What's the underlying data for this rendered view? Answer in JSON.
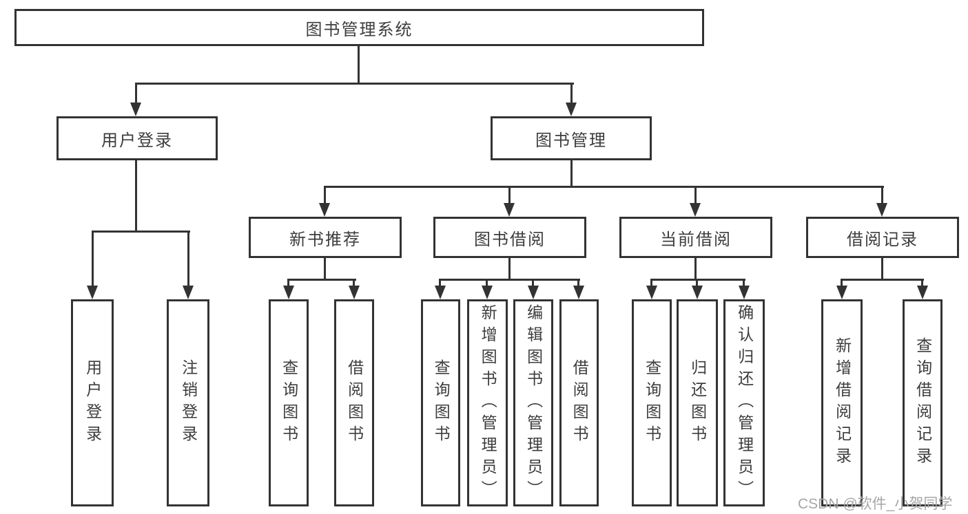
{
  "colors": {
    "line": "#333333",
    "text": "#3d3d3d",
    "background": "#ffffff",
    "watermark": "#a6a6a6"
  },
  "root": {
    "label": "图书管理系统"
  },
  "level2": [
    {
      "label": "用户登录"
    },
    {
      "label": "图书管理"
    }
  ],
  "level3": [
    {
      "label": "新书推荐"
    },
    {
      "label": "图书借阅"
    },
    {
      "label": "当前借阅"
    },
    {
      "label": "借阅记录"
    }
  ],
  "leaves": [
    {
      "label": "用户登录"
    },
    {
      "label": "注销登录"
    },
    {
      "label": "查询图书"
    },
    {
      "label": "借阅图书"
    },
    {
      "label": "查询图书"
    },
    {
      "label": "新增图书（管理员）"
    },
    {
      "label": "编辑图书（管理员）"
    },
    {
      "label": "借阅图书"
    },
    {
      "label": "查询图书"
    },
    {
      "label": "归还图书"
    },
    {
      "label": "确认归还（管理员）"
    },
    {
      "label": "新增借阅记录"
    },
    {
      "label": "查询借阅记录"
    }
  ],
  "watermark": "CSDN @软件_小贺同学"
}
